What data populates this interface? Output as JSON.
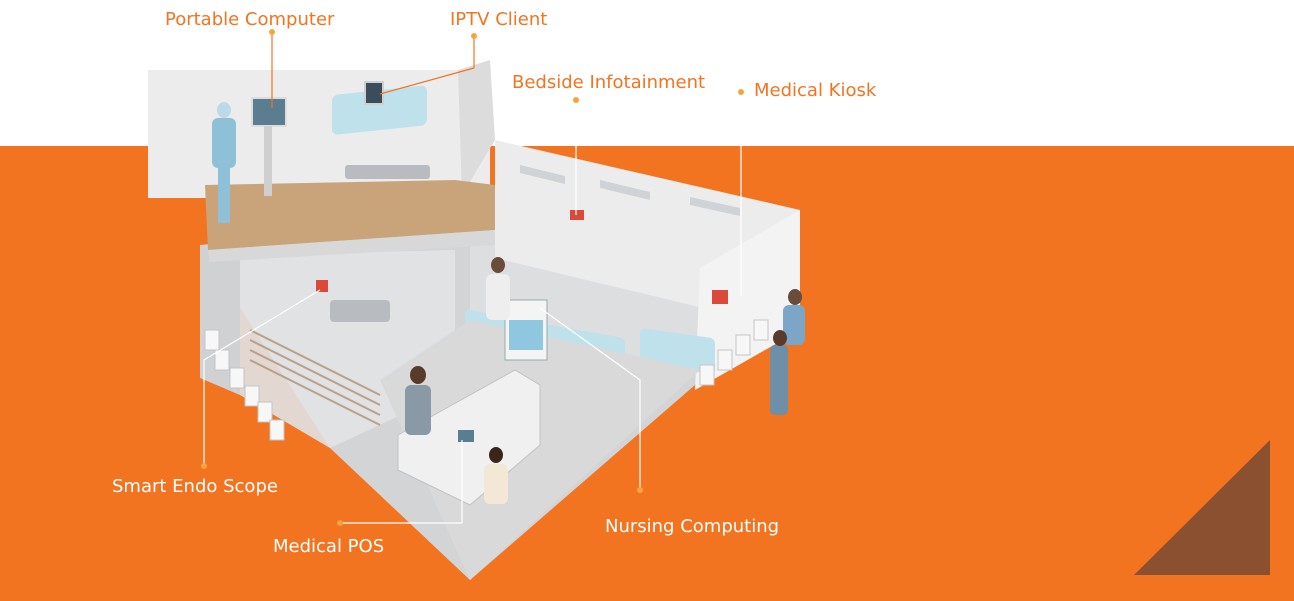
{
  "colors": {
    "accent": "#f27421",
    "corner": "#8b5030",
    "floor": "#c9a47a",
    "wall": "#e6e6e6",
    "marker": "#f7a43c"
  },
  "labels": {
    "portable_computer": "Portable Computer",
    "iptv_client": "IPTV Client",
    "bedside_infotainment": "Bedside Infotainment",
    "medical_kiosk": "Medical Kiosk",
    "smart_endo_scope": "Smart Endo Scope",
    "medical_pos": "Medical POS",
    "nursing_computing": "Nursing Computing"
  }
}
